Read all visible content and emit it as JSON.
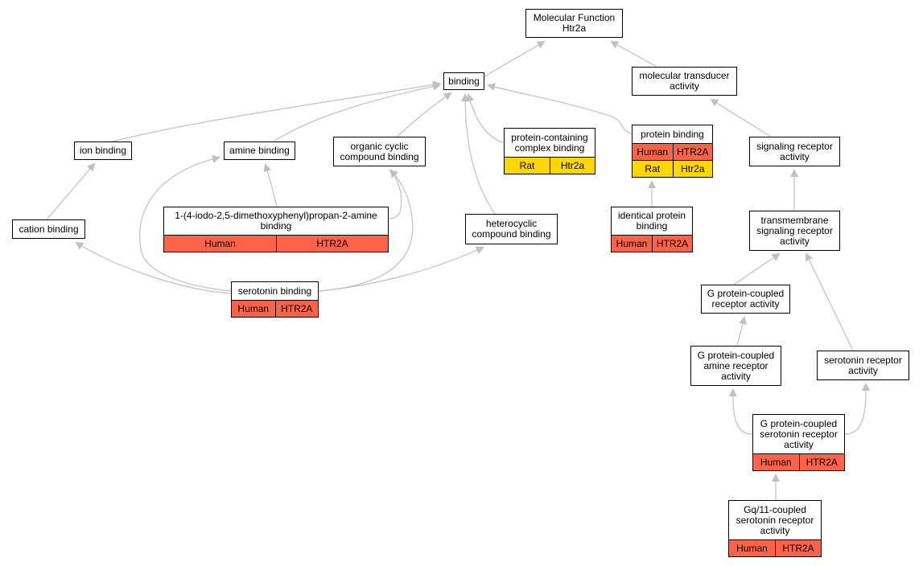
{
  "colors": {
    "edge": "#c0c0c0",
    "human": "#ff6347",
    "rat": "#ffd700",
    "node_bg": "#ffffff",
    "border": "#000000"
  },
  "nodes": [
    {
      "id": "mf",
      "label": "Molecular Function\nHtr2a",
      "rows": []
    },
    {
      "id": "binding",
      "label": "binding",
      "rows": []
    },
    {
      "id": "mta",
      "label": "molecular transducer\nactivity",
      "rows": []
    },
    {
      "id": "ion",
      "label": "ion binding",
      "rows": []
    },
    {
      "id": "amine",
      "label": "amine binding",
      "rows": []
    },
    {
      "id": "occ",
      "label": "organic cyclic\ncompound binding",
      "rows": []
    },
    {
      "id": "pcc",
      "label": "protein-containing\ncomplex binding",
      "rows": [
        {
          "species": "Rat",
          "gene": "Htr2a",
          "kind": "rat"
        }
      ]
    },
    {
      "id": "pb",
      "label": "protein binding",
      "rows": [
        {
          "species": "Human",
          "gene": "HTR2A",
          "kind": "human"
        },
        {
          "species": "Rat",
          "gene": "Htr2a",
          "kind": "rat"
        }
      ]
    },
    {
      "id": "sra",
      "label": "signaling receptor\nactivity",
      "rows": []
    },
    {
      "id": "cation",
      "label": "cation binding",
      "rows": []
    },
    {
      "id": "doi",
      "label": "1-(4-iodo-2,5-dimethoxyphenyl)propan-2-amine\nbinding",
      "rows": [
        {
          "species": "Human",
          "gene": "HTR2A",
          "kind": "human"
        }
      ]
    },
    {
      "id": "hetero",
      "label": "heterocyclic\ncompound binding",
      "rows": []
    },
    {
      "id": "ipb",
      "label": "identical protein\nbinding",
      "rows": [
        {
          "species": "Human",
          "gene": "HTR2A",
          "kind": "human"
        }
      ]
    },
    {
      "id": "tsra",
      "label": "transmembrane\nsignaling receptor\nactivity",
      "rows": []
    },
    {
      "id": "serbind",
      "label": "serotonin binding",
      "rows": [
        {
          "species": "Human",
          "gene": "HTR2A",
          "kind": "human"
        }
      ]
    },
    {
      "id": "gpcr",
      "label": "G protein-coupled\nreceptor activity",
      "rows": []
    },
    {
      "id": "gpcamine",
      "label": "G protein-coupled\namine receptor\nactivity",
      "rows": []
    },
    {
      "id": "serrec",
      "label": "serotonin receptor\nactivity",
      "rows": []
    },
    {
      "id": "gpcser",
      "label": "G protein-coupled\nserotonin receptor\nactivity",
      "rows": [
        {
          "species": "Human",
          "gene": "HTR2A",
          "kind": "human"
        }
      ]
    },
    {
      "id": "gq11",
      "label": "Gq/11-coupled\nserotonin receptor\nactivity",
      "rows": [
        {
          "species": "Human",
          "gene": "HTR2A",
          "kind": "human"
        }
      ]
    }
  ],
  "edges": [
    {
      "from": "binding",
      "to": "mf"
    },
    {
      "from": "mta",
      "to": "mf"
    },
    {
      "from": "ion",
      "to": "binding"
    },
    {
      "from": "amine",
      "to": "binding"
    },
    {
      "from": "occ",
      "to": "binding"
    },
    {
      "from": "pcc",
      "to": "binding"
    },
    {
      "from": "pb",
      "to": "binding"
    },
    {
      "from": "hetero",
      "to": "binding"
    },
    {
      "from": "sra",
      "to": "mta"
    },
    {
      "from": "cation",
      "to": "ion"
    },
    {
      "from": "doi",
      "to": "amine"
    },
    {
      "from": "doi",
      "to": "occ"
    },
    {
      "from": "ipb",
      "to": "pb"
    },
    {
      "from": "tsra",
      "to": "sra"
    },
    {
      "from": "serbind",
      "to": "cation"
    },
    {
      "from": "serbind",
      "to": "amine"
    },
    {
      "from": "serbind",
      "to": "occ"
    },
    {
      "from": "serbind",
      "to": "hetero"
    },
    {
      "from": "gpcr",
      "to": "tsra"
    },
    {
      "from": "serrec",
      "to": "tsra"
    },
    {
      "from": "gpcamine",
      "to": "gpcr"
    },
    {
      "from": "gpcser",
      "to": "gpcamine"
    },
    {
      "from": "gpcser",
      "to": "serrec"
    },
    {
      "from": "gq11",
      "to": "gpcser"
    }
  ]
}
